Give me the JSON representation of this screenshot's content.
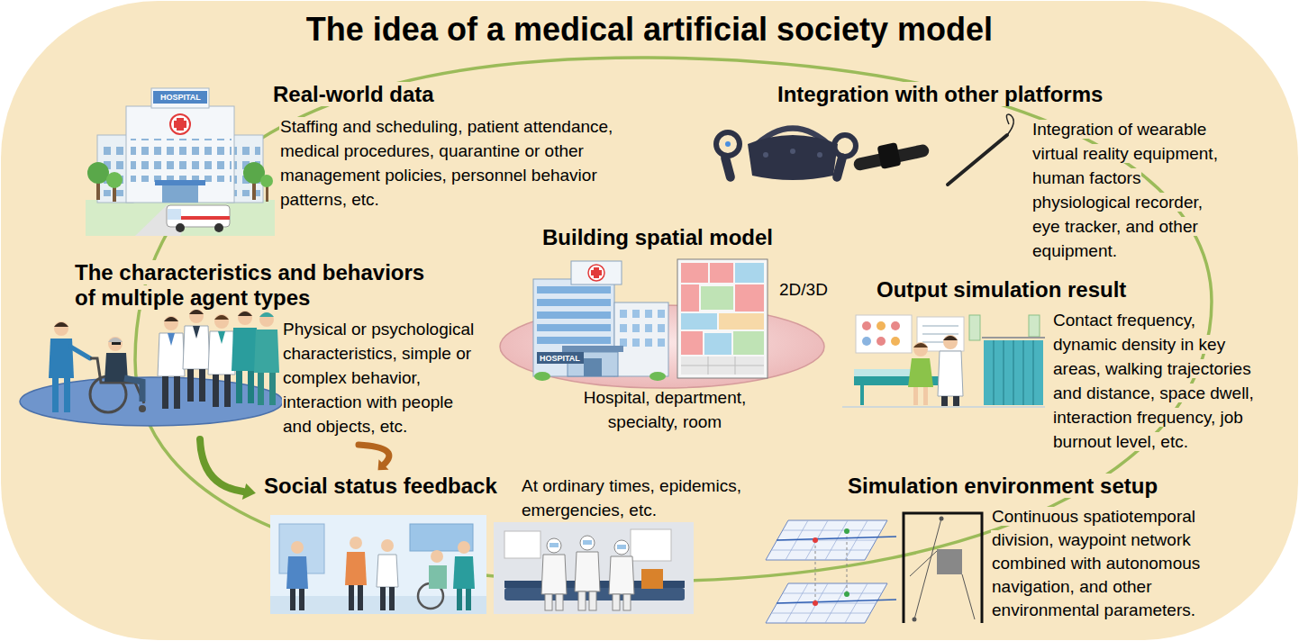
{
  "diagram": {
    "title": "The idea of a medical artificial society model",
    "nodes": [
      {
        "text": [
          "Building spatial model",
          "2D/3D",
          "Hospital, department, specialty, room"
        ]
      }
    ],
    "labels": [
      "Real-world data",
      "Staffing and scheduling, patient attendance, medical procedures, quarantine or other management policies, personnel behavior patterns, etc.",
      "Integration with other platforms",
      "Integration of wearable virtual reality equipment, human factors physiological recorder, eye tracker, and other equipment.",
      "The characteristics and behaviors of multiple agent types",
      "Physical or psychological characteristics, simple or complex behavior, interaction with people and objects, etc.",
      "Output simulation result",
      "Contact frequency, dynamic density in key areas, walking trajectories and distance, space dwell, interaction frequency, job burnout level, etc.",
      "Social status feedback",
      "At ordinary times, epidemics, emergencies, etc.",
      "Simulation environment setup",
      "Continuous spatiotemporal division, waypoint network combined with autonomous navigation, and other environmental parameters.",
      "HOSPITAL",
      "HOSPITAL"
    ]
  }
}
